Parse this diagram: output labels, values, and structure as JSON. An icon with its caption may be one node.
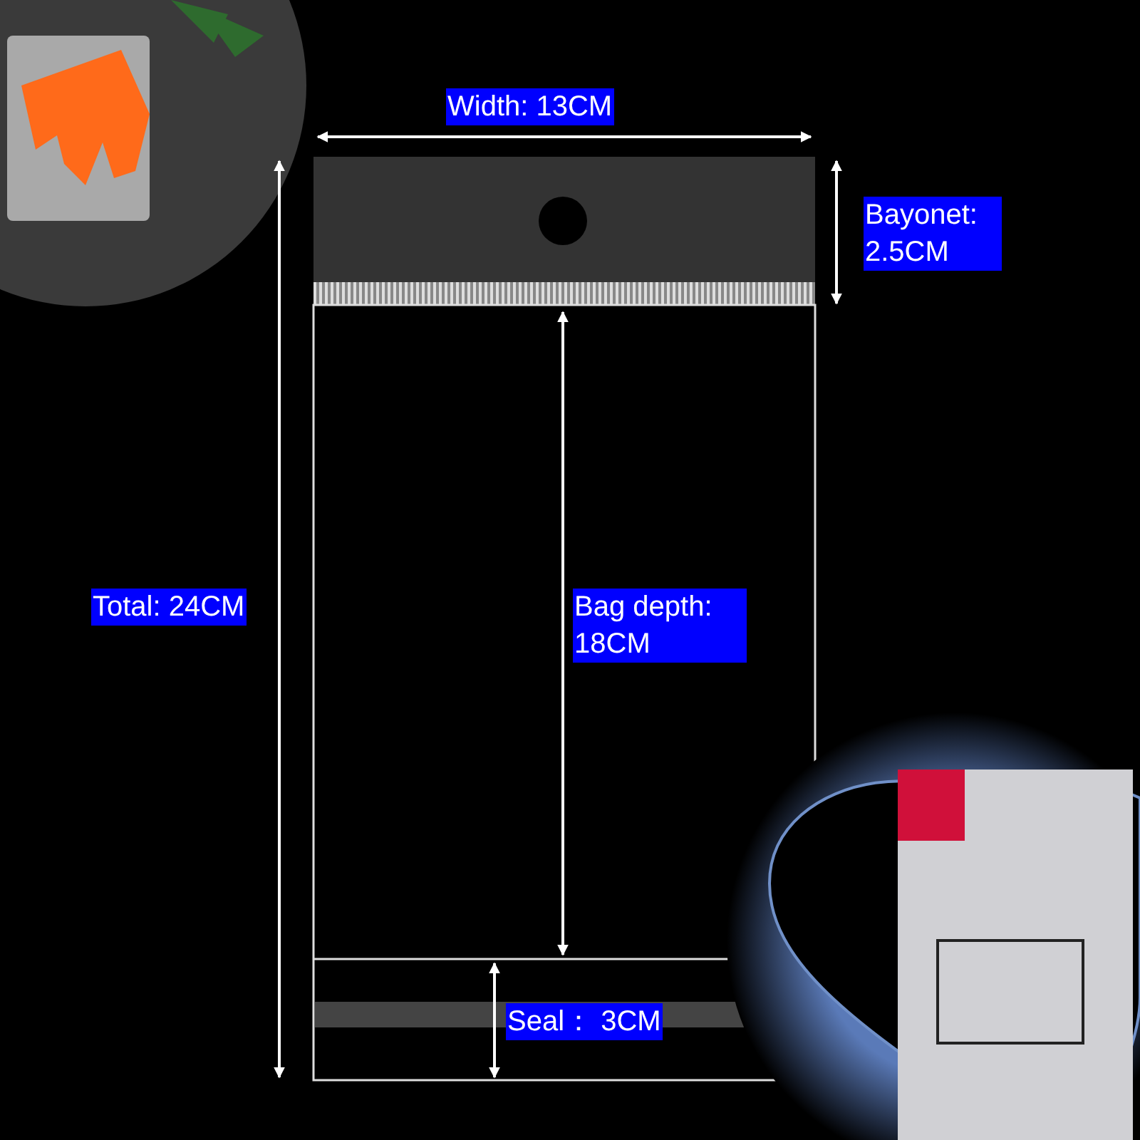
{
  "diagram": {
    "labels": [
      "Width: 13CM",
      "Bayonet: 2.5CM",
      "Total: 24CM",
      "Bag depth: 18CM",
      "Seal： 3CM"
    ]
  }
}
